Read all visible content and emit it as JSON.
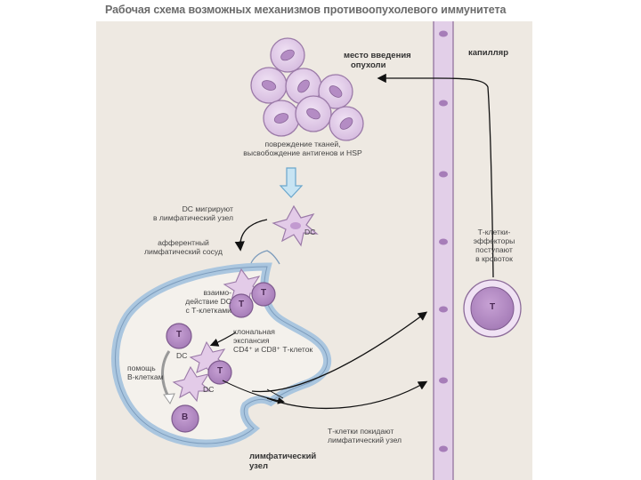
{
  "title": "Рабочая схема возможных механизмов противоопухолевого иммунитета",
  "labels": {
    "tumor_site": [
      "место введения",
      "опухоли"
    ],
    "capillary": "капилляр",
    "tissue_damage": [
      "повреждение тканей,",
      "высвобождение антигенов и HSP"
    ],
    "dc_migrate": [
      "DC мигрируют",
      "в лимфатический узел"
    ],
    "dc": "DC",
    "afferent": [
      "афферентный",
      "лимфатический сосуд"
    ],
    "interaction": [
      "взаимо-",
      "действие DC",
      "с Т-клетками"
    ],
    "clonal": [
      "клональная",
      "экспансия",
      "CD4⁺ и CD8⁺ Т-клеток"
    ],
    "help_b": [
      "помощь",
      "В-клеткам"
    ],
    "effectors": [
      "Т-клетки-",
      "эффекторы",
      "поступают",
      "в кровоток"
    ],
    "leave_node": [
      "Т-клетки покидают",
      "лимфатический узел"
    ],
    "lymph_node": [
      "лимфатический",
      "узел"
    ],
    "t_cell": "T",
    "b_cell": "B"
  }
}
